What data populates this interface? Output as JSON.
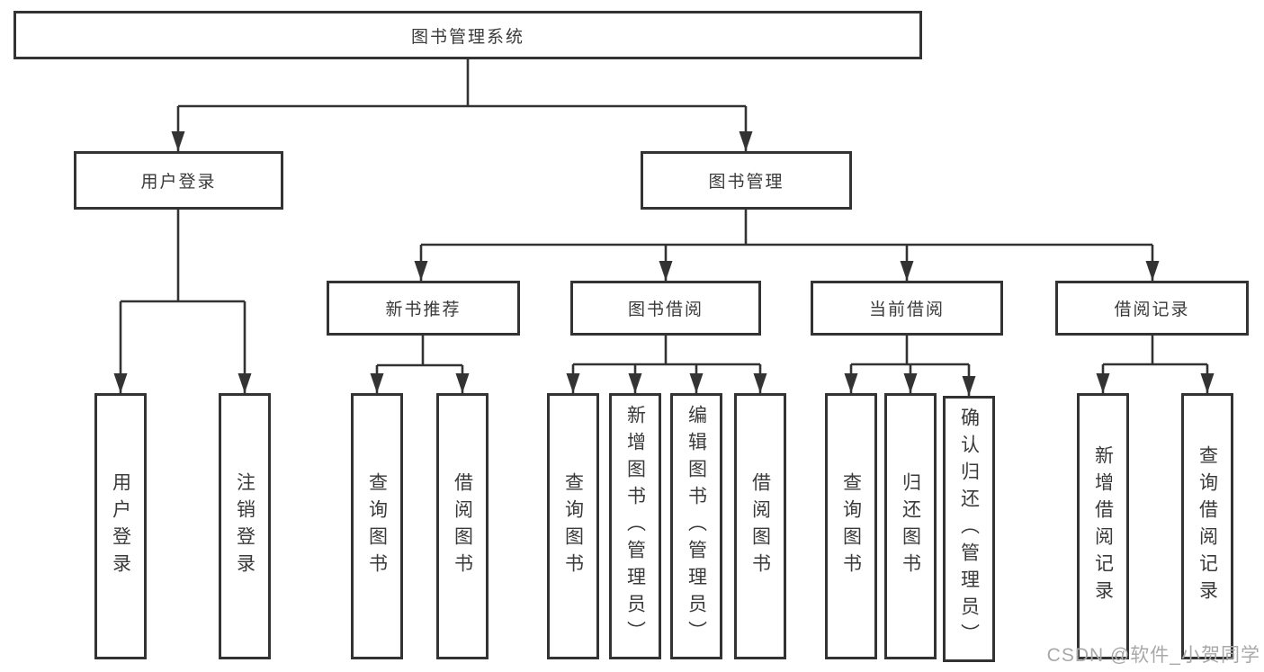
{
  "root": {
    "label": "图书管理系统"
  },
  "level2": {
    "user_login": "用户登录",
    "book_mgmt": "图书管理"
  },
  "level3": {
    "new_books": "新书推荐",
    "book_borrow": "图书借阅",
    "current_borrow": "当前借阅",
    "borrow_records": "借阅记录"
  },
  "leaves": {
    "user_login": [
      "用户登录",
      "注销登录"
    ],
    "new_books": [
      "查询图书",
      "借阅图书"
    ],
    "book_borrow": [
      "查询图书",
      "新增图书（管理员）",
      "编辑图书（管理员）",
      "借阅图书"
    ],
    "current_borrow": [
      "查询图书",
      "归还图书",
      "确认归还（管理员）"
    ],
    "borrow_records": [
      "新增借阅记录",
      "查询借阅记录"
    ]
  },
  "watermark": "CSDN @软件_小贺同学",
  "colors": {
    "line": "#333333",
    "text": "#3a3a3a",
    "watermark": "#a8a8a8",
    "background": "#ffffff"
  }
}
